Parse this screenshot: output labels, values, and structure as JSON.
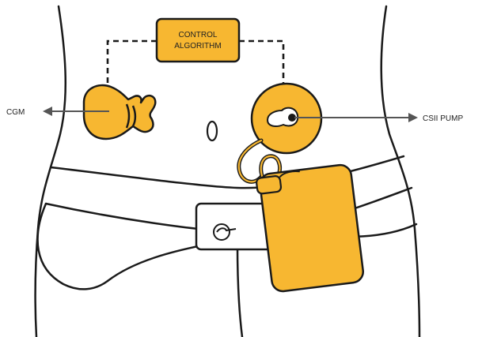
{
  "diagram": {
    "control_box": {
      "line1": "CONTROL",
      "line2": "ALGORITHM"
    },
    "labels": {
      "left": "CGM",
      "right": "CSII PUMP"
    },
    "colors": {
      "device_fill": "#F7B731",
      "outline": "#1a1a1a",
      "background": "#ffffff",
      "arrow": "#555555"
    }
  }
}
